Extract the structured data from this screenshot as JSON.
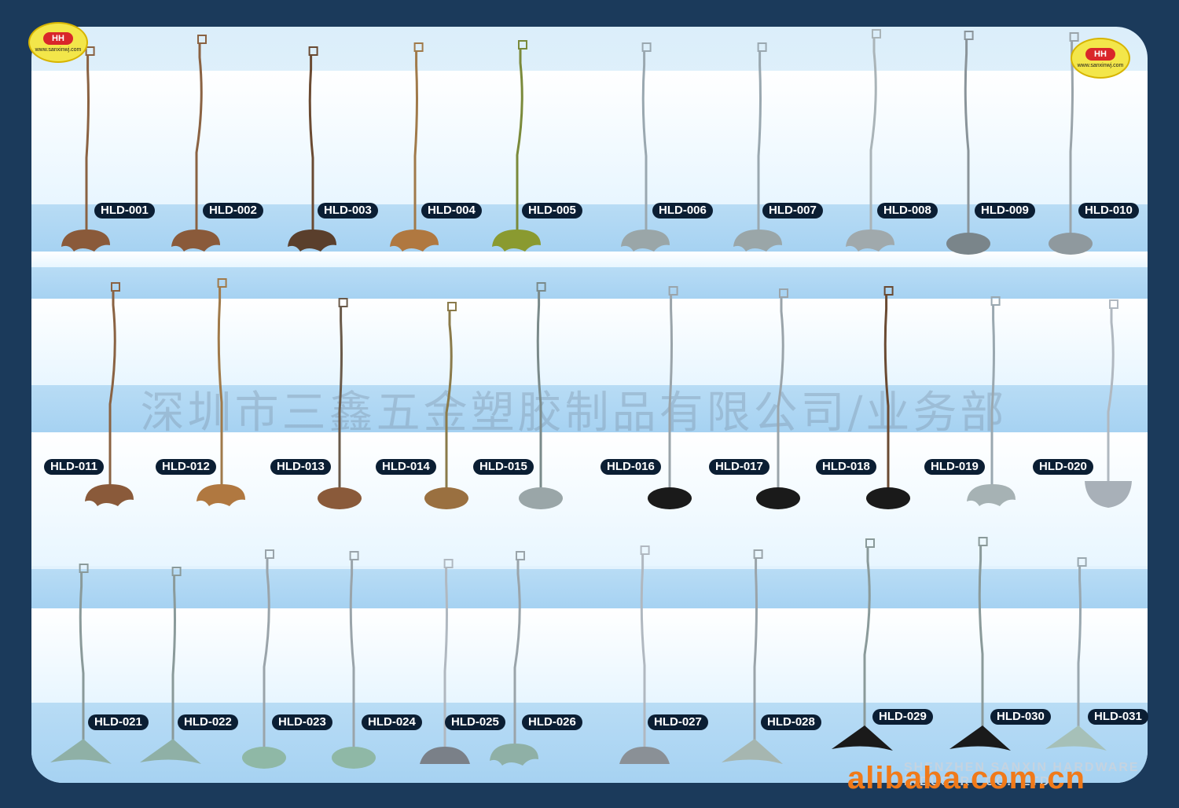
{
  "logos": [
    {
      "url_text": "www.sanxinwj.com",
      "mark": "HH"
    },
    {
      "url_text": "www.sanxinwj.com",
      "mark": "HH"
    }
  ],
  "watermark": "深圳市三鑫五金塑胶制品有限公司/业务部",
  "footer_text": "SHENZHEN SANXIN HARDWARE INDUSTRY CO., LTD",
  "site_watermark": "alibaba.com.cn",
  "products": [
    {
      "code": "HLD-001",
      "color": "#8a6242",
      "base": "wavy",
      "base_color": "#8a5a3a"
    },
    {
      "code": "HLD-002",
      "color": "#8a6242",
      "base": "wavy",
      "base_color": "#8a5a3a"
    },
    {
      "code": "HLD-003",
      "color": "#6a4a32",
      "base": "wavy",
      "base_color": "#5a3f2c"
    },
    {
      "code": "HLD-004",
      "color": "#a07a4a",
      "base": "wavy",
      "base_color": "#b07840"
    },
    {
      "code": "HLD-005",
      "color": "#7a8a3a",
      "base": "wavy",
      "base_color": "#8a9a30"
    },
    {
      "code": "HLD-006",
      "color": "#9aa8b0",
      "base": "wavy",
      "base_color": "#9aa6a8"
    },
    {
      "code": "HLD-007",
      "color": "#9aa8b0",
      "base": "wavy",
      "base_color": "#9aa6a8"
    },
    {
      "code": "HLD-008",
      "color": "#aab4b8",
      "base": "wavy",
      "base_color": "#a0a9ac"
    },
    {
      "code": "HLD-009",
      "color": "#8a949a",
      "base": "round",
      "base_color": "#7a858a"
    },
    {
      "code": "HLD-010",
      "color": "#9aa4aa",
      "base": "round",
      "base_color": "#8f999e"
    },
    {
      "code": "HLD-011",
      "color": "#8a6242",
      "base": "wavy",
      "base_color": "#8a5a3a"
    },
    {
      "code": "HLD-012",
      "color": "#a07a4a",
      "base": "wavy",
      "base_color": "#b07840"
    },
    {
      "code": "HLD-013",
      "color": "#6a5a4a",
      "base": "round",
      "base_color": "#8a5a3a"
    },
    {
      "code": "HLD-014",
      "color": "#8a7a4a",
      "base": "round",
      "base_color": "#9a7040"
    },
    {
      "code": "HLD-015",
      "color": "#7a8a8a",
      "base": "round",
      "base_color": "#9aa6a8"
    },
    {
      "code": "HLD-016",
      "color": "#9aa4aa",
      "base": "round",
      "base_color": "#1a1a1a"
    },
    {
      "code": "HLD-017",
      "color": "#9aa4aa",
      "base": "round",
      "base_color": "#1a1a1a"
    },
    {
      "code": "HLD-018",
      "color": "#6a4a32",
      "base": "round",
      "base_color": "#1a1a1a"
    },
    {
      "code": "HLD-019",
      "color": "#9aa8b0",
      "base": "wavy",
      "base_color": "#a6b2b4"
    },
    {
      "code": "HLD-020",
      "color": "#b0b8c0",
      "base": "shield",
      "base_color": "#a8b0b8"
    },
    {
      "code": "HLD-021",
      "color": "#8a9a9a",
      "base": "tri",
      "base_color": "#8fb0a6"
    },
    {
      "code": "HLD-022",
      "color": "#8a9a9a",
      "base": "tri",
      "base_color": "#8fb0a6"
    },
    {
      "code": "HLD-023",
      "color": "#9aa4aa",
      "base": "round",
      "base_color": "#8fb8a6"
    },
    {
      "code": "HLD-024",
      "color": "#9aa4aa",
      "base": "round",
      "base_color": "#8fb8a6"
    },
    {
      "code": "HLD-025",
      "color": "#b0b8c0",
      "base": "dome",
      "base_color": "#7a8088"
    },
    {
      "code": "HLD-026",
      "color": "#9aa4aa",
      "base": "wavy",
      "base_color": "#8fb0a6"
    },
    {
      "code": "HLD-027",
      "color": "#b0b8c0",
      "base": "dome",
      "base_color": "#8a9096"
    },
    {
      "code": "HLD-028",
      "color": "#9aa4aa",
      "base": "tri",
      "base_color": "#a6b6b0"
    },
    {
      "code": "HLD-029",
      "color": "#8a9a9a",
      "base": "tri",
      "base_color": "#1a1a1a"
    },
    {
      "code": "HLD-030",
      "color": "#8a9a9a",
      "base": "tri",
      "base_color": "#1a1a1a"
    },
    {
      "code": "HLD-031",
      "color": "#9aa8b0",
      "base": "tri",
      "base_color": "#a6c0b8"
    }
  ]
}
